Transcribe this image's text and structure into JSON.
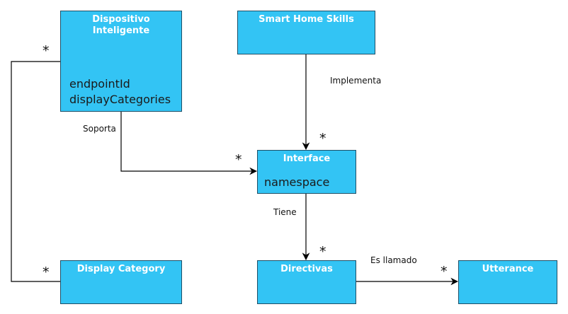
{
  "boxes": {
    "dispositivo": {
      "title_line1": "Dispositivo",
      "title_line2": "Inteligente",
      "attributes": [
        "endpointId",
        "displayCategories"
      ]
    },
    "smart_home": {
      "title": "Smart Home Skills"
    },
    "interface": {
      "title": "Interface",
      "attributes": [
        "namespace"
      ]
    },
    "display_category": {
      "title": "Display Category"
    },
    "directivas": {
      "title": "Directivas"
    },
    "utterance": {
      "title": "Utterance"
    }
  },
  "relations": {
    "implementa": "Implementa",
    "soporta": "Soporta",
    "tiene": "Tiene",
    "es_llamado": "Es llamado"
  },
  "multiplicity": "*",
  "colors": {
    "box_fill": "#33c4f4",
    "box_border": "#1f4f66",
    "line": "#000000"
  }
}
